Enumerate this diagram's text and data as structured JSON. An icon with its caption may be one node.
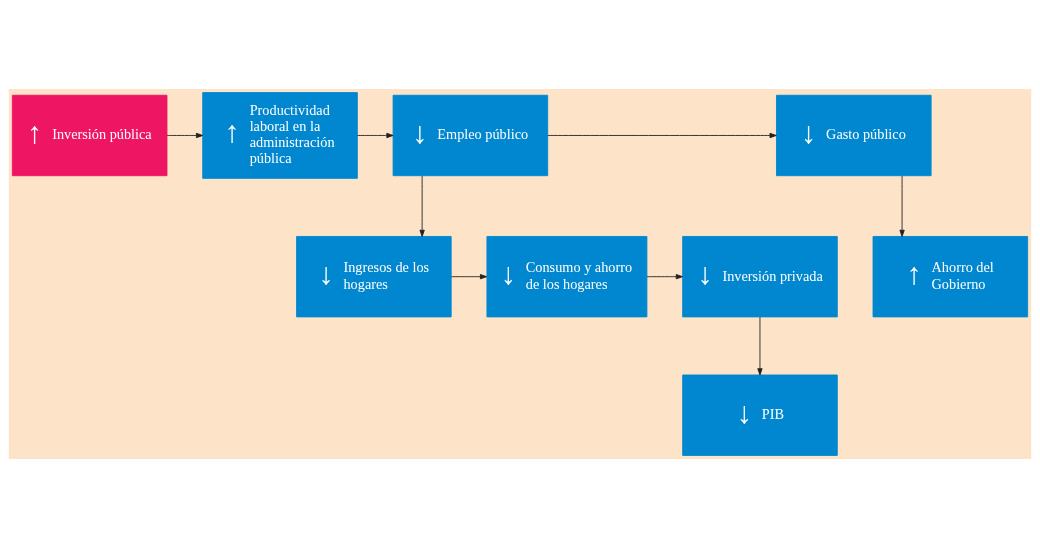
{
  "diagram": {
    "nodes": [
      {
        "text": [
          "↑",
          "Inversión pública"
        ]
      },
      {
        "text": [
          "↑",
          "Productividad laboral en la administración pública"
        ]
      },
      {
        "text": [
          "↓",
          "Empleo público"
        ]
      },
      {
        "text": [
          "↓",
          "Gasto público"
        ]
      },
      {
        "text": [
          "↓",
          "Ingresos de los hogares"
        ]
      },
      {
        "text": [
          "↓",
          "Consumo y ahorro de los hogares"
        ]
      },
      {
        "text": [
          "↓",
          "Inversión privada"
        ]
      },
      {
        "text": [
          "↑",
          "Ahorro del Gobierno"
        ]
      },
      {
        "text": [
          "↓",
          "PIB"
        ]
      }
    ],
    "edges": [
      {
        "from": 0,
        "to": 1,
        "arrow": "to"
      },
      {
        "from": 1,
        "to": 2,
        "arrow": "to"
      },
      {
        "from": 2,
        "to": 3,
        "arrow": "to"
      },
      {
        "from": 2,
        "to": 4,
        "arrow": "to"
      },
      {
        "from": 3,
        "to": 7,
        "arrow": "to"
      },
      {
        "from": 4,
        "to": 5,
        "arrow": "to"
      },
      {
        "from": 5,
        "to": 6,
        "arrow": "to"
      },
      {
        "from": 6,
        "to": 8,
        "arrow": "to"
      }
    ]
  }
}
